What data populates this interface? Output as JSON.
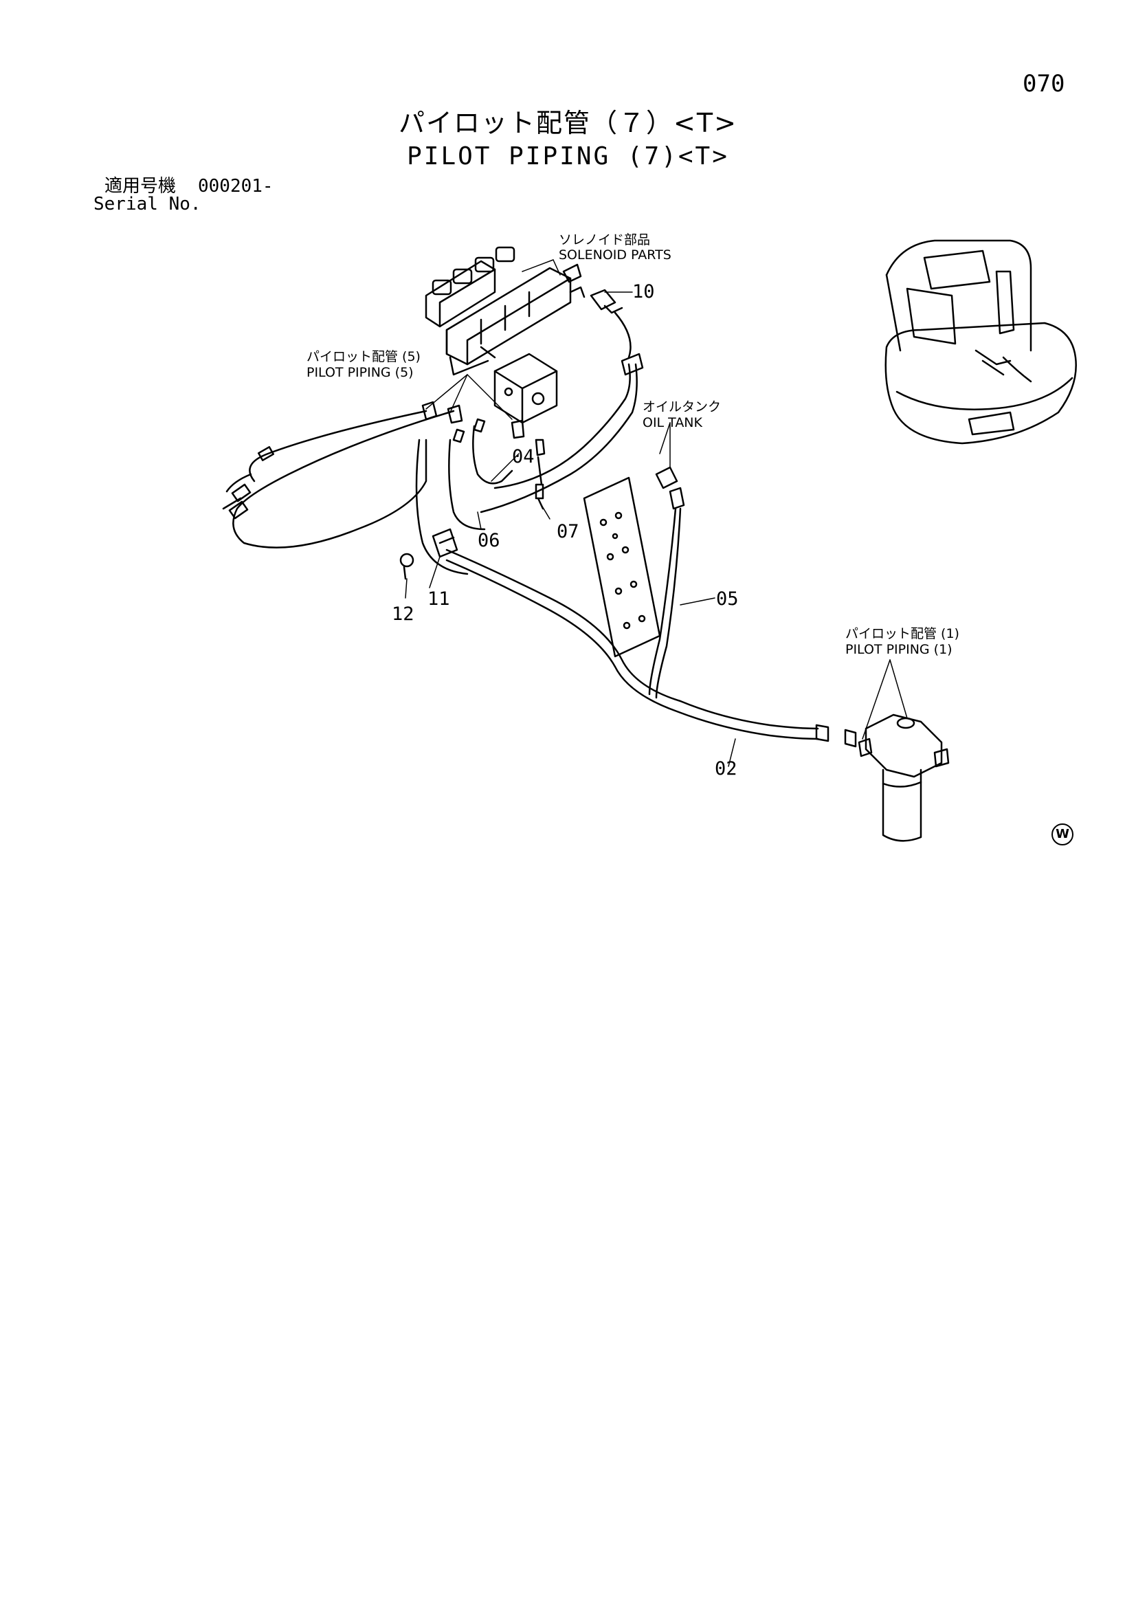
{
  "page": {
    "number": "070"
  },
  "title": {
    "japanese": "パイロット配管（７）<T>",
    "english": "PILOT PIPING (7)<T>"
  },
  "serial": {
    "label_jp": "適用号機",
    "value": "000201-",
    "label_en": "Serial No."
  },
  "callouts": {
    "solenoid_jp": "ソレノイド部品",
    "solenoid_en": "SOLENOID PARTS",
    "pp5_jp": "パイロット配管 (5)",
    "pp5_en": "PILOT PIPING (5)",
    "tank_jp": "オイルタンク",
    "tank_en": "OIL TANK",
    "pp1_jp": "パイロット配管 (1)",
    "pp1_en": "PILOT PIPING (1)"
  },
  "part_numbers": {
    "p10": "10",
    "p04": "04",
    "p06": "06",
    "p07": "07",
    "p05": "05",
    "p12": "12",
    "p11": "11",
    "p02": "02"
  },
  "mark": "W"
}
